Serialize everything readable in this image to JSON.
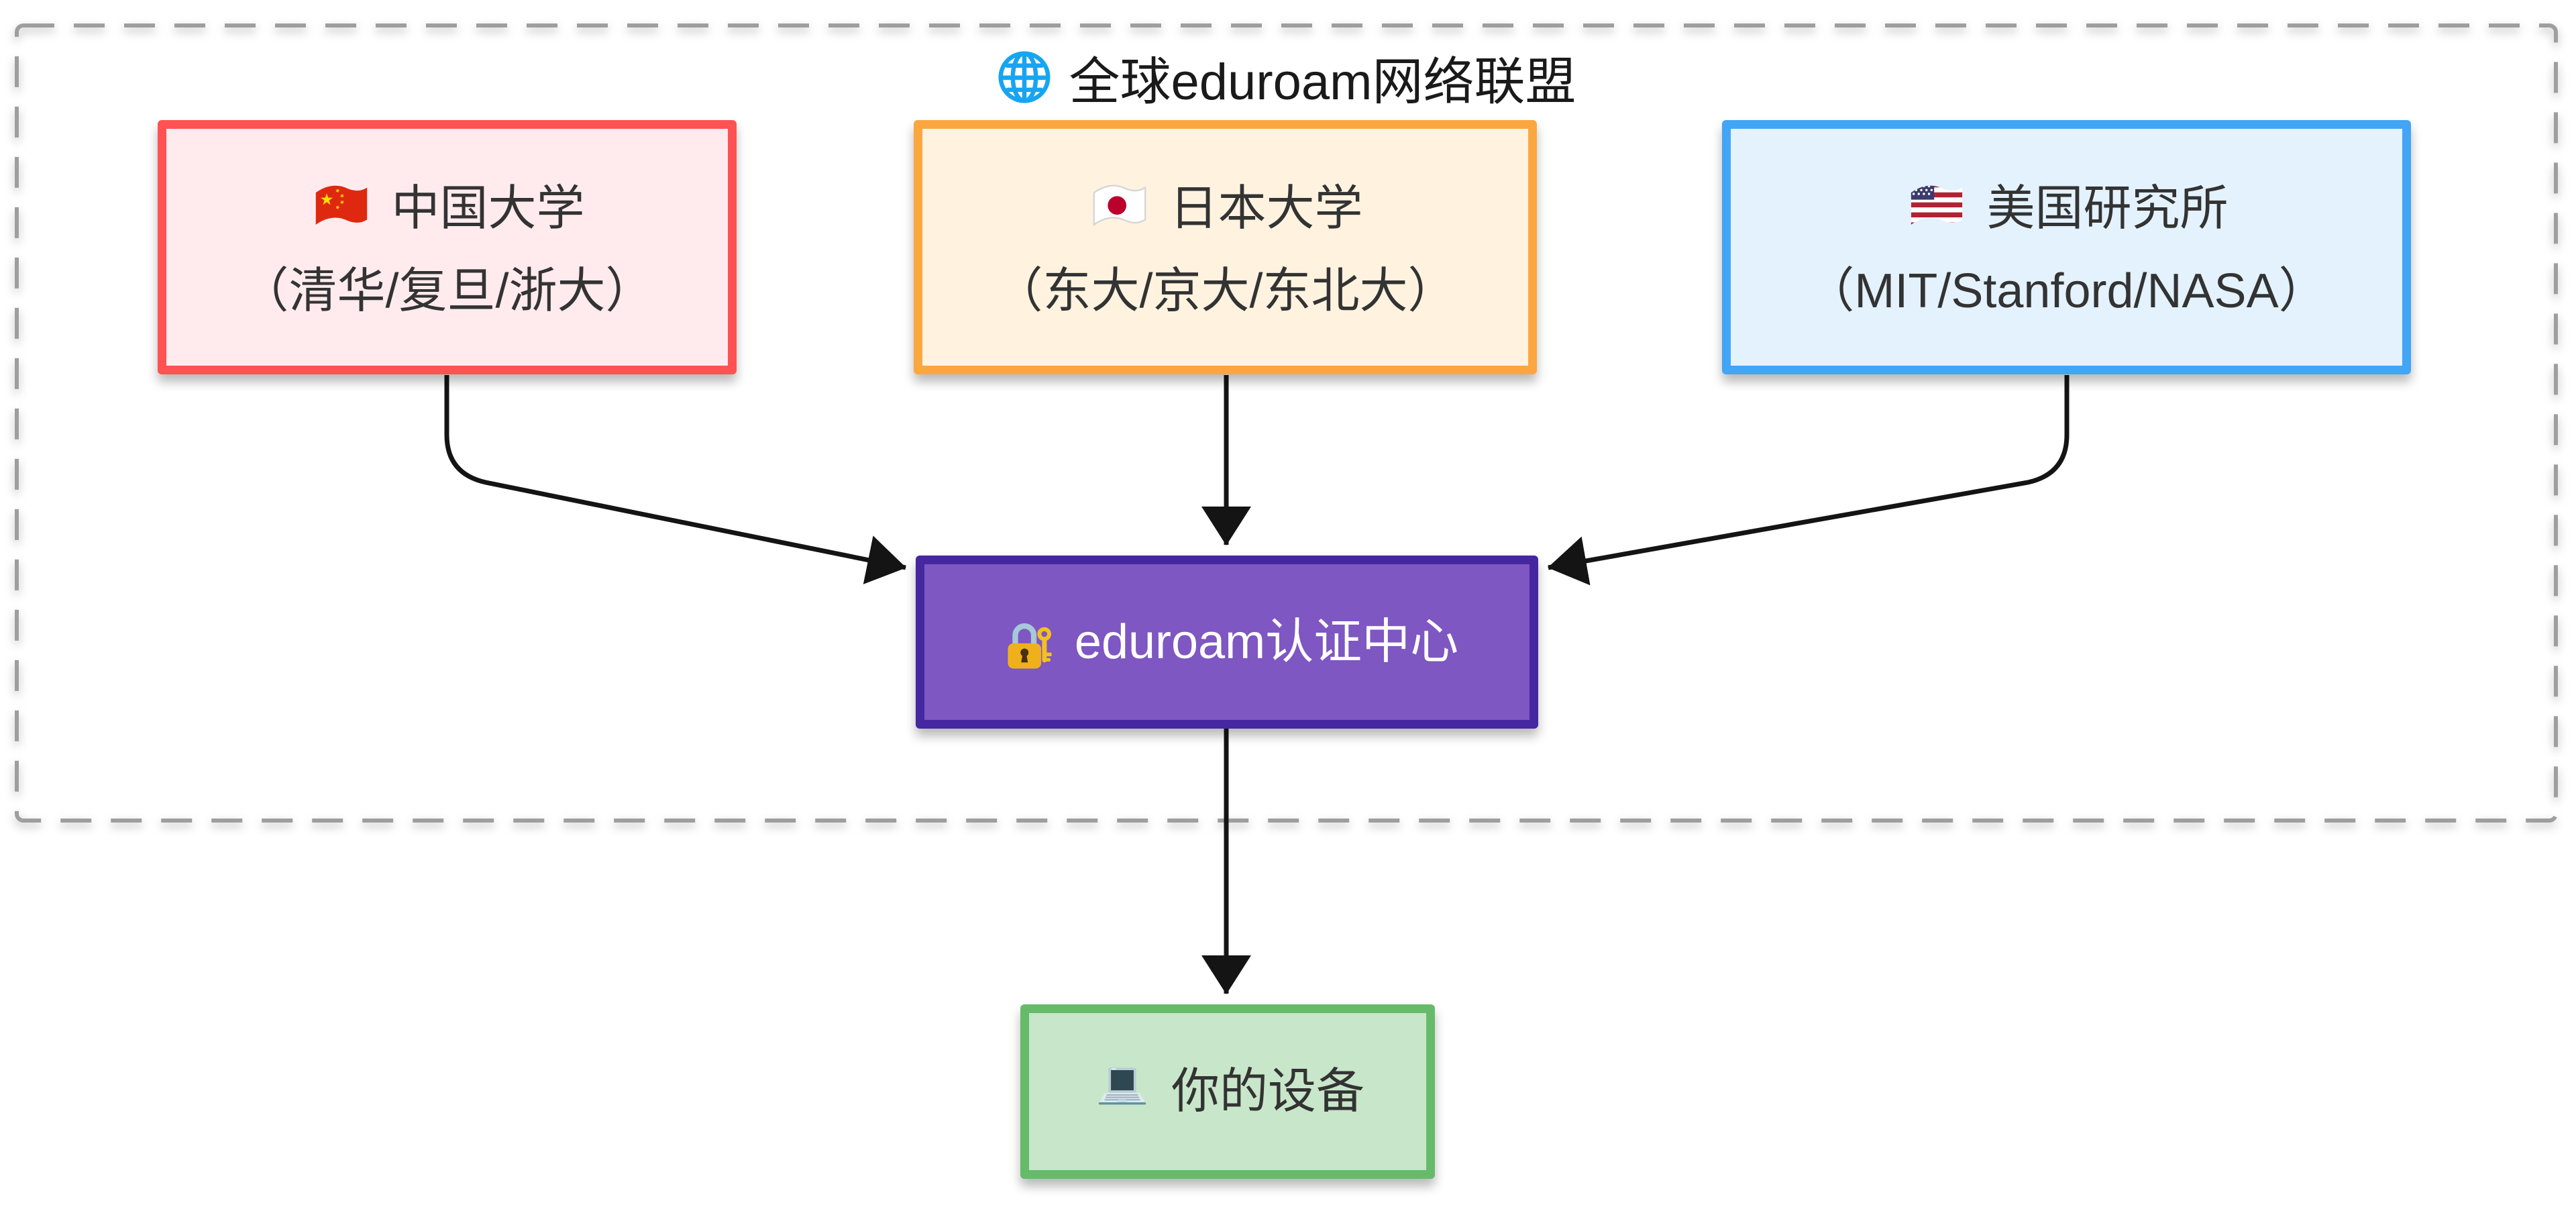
{
  "cluster": {
    "title": "全球eduroam网络联盟",
    "icon": "globe-with-meridians"
  },
  "nodes": {
    "china": {
      "line1": "中国大学",
      "line2": "（清华/复旦/浙大）",
      "icon": "china-flag",
      "fill": "#ffebee",
      "stroke": "#ff5252",
      "text_color": "#333333"
    },
    "japan": {
      "line1": "日本大学",
      "line2": "（东大/京大/东北大）",
      "icon": "japan-flag",
      "fill": "#fff3e0",
      "stroke": "#fba740",
      "text_color": "#333333"
    },
    "usa": {
      "line1": "美国研究所",
      "line2": "（MIT/Stanford/NASA）",
      "icon": "us-flag",
      "fill": "#e3f2fd",
      "stroke": "#42a5f5",
      "text_color": "#333333"
    },
    "auth": {
      "label": "eduroam认证中心",
      "icon": "lock-with-key",
      "fill": "#7e57c2",
      "stroke": "#4527a0",
      "text_color": "#ffffff"
    },
    "device": {
      "label": "你的设备",
      "icon": "laptop",
      "fill": "#c8e6c9",
      "stroke": "#66bb6a",
      "text_color": "#333333"
    }
  },
  "edges": [
    {
      "from": "china",
      "to": "auth"
    },
    {
      "from": "japan",
      "to": "auth"
    },
    {
      "from": "usa",
      "to": "auth"
    },
    {
      "from": "auth",
      "to": "device"
    }
  ],
  "colors": {
    "edge": "#141414",
    "cluster_border": "#9e9e9e",
    "title_text": "#1a1a1a",
    "background": "#ffffff"
  }
}
